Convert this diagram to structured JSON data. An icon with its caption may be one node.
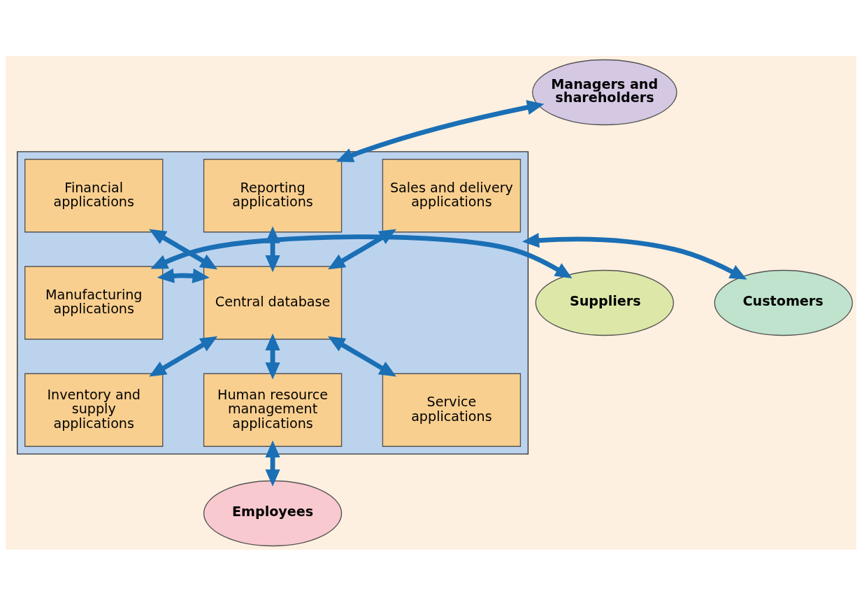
{
  "diagram": {
    "nodes": [
      {
        "text": [
          "Managers and shareholders"
        ]
      },
      {
        "text": [],
        "shape": "box"
      },
      {
        "text": [
          "Financial applications"
        ],
        "in": 1
      },
      {
        "text": [
          "Reporting applications"
        ],
        "in": 1
      },
      {
        "text": [
          "Sales and delivery applications"
        ],
        "in": 1
      },
      {
        "text": [
          "Suppliers"
        ]
      },
      {
        "text": [
          "Manufacturing applications"
        ],
        "in": 1
      },
      {
        "text": [
          "Central database"
        ],
        "in": 1
      },
      {
        "text": [
          "Customers"
        ]
      },
      {
        "text": [
          "Inventory and supply applications"
        ],
        "in": 1
      },
      {
        "text": [
          "Human resource management applications"
        ],
        "in": 1
      },
      {
        "text": [
          "Service applications"
        ],
        "in": 1
      },
      {
        "text": [
          "Employees"
        ]
      }
    ],
    "edges": [
      {
        "from": 0,
        "to": 3,
        "arrow": "both"
      },
      {
        "from": 2,
        "to": 7,
        "arrow": "both"
      },
      {
        "from": 3,
        "to": 7,
        "arrow": "both"
      },
      {
        "from": 4,
        "to": 7,
        "arrow": "both"
      },
      {
        "from": 5,
        "to": 6,
        "arrow": "both"
      },
      {
        "from": 6,
        "to": 7,
        "arrow": "both"
      },
      {
        "from": 8,
        "to": 1,
        "arrow": "both"
      },
      {
        "from": 7,
        "to": 9,
        "arrow": "both"
      },
      {
        "from": 7,
        "to": 10,
        "arrow": "both"
      },
      {
        "from": 7,
        "to": 11,
        "arrow": "both"
      },
      {
        "from": 10,
        "to": 12,
        "arrow": "both"
      }
    ]
  }
}
